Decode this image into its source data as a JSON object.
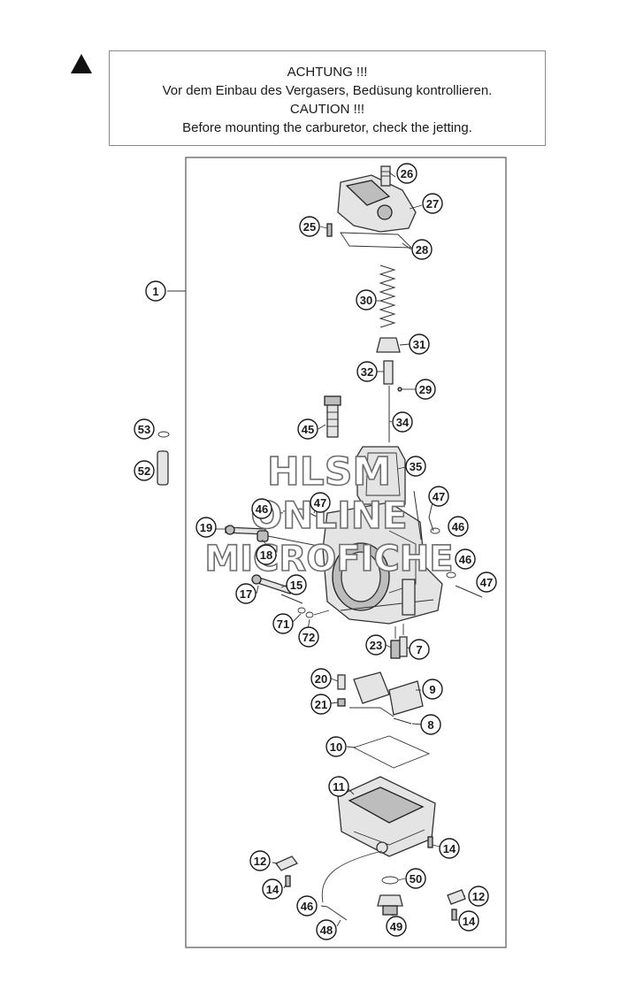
{
  "caution": {
    "lines": [
      "ACHTUNG !!!",
      "Vor dem Einbau des Vergasers, Bedüsung kontrollieren.",
      "CAUTION !!!",
      "Before mounting the carburetor, check the jetting."
    ]
  },
  "watermark": {
    "line1": "HLSM",
    "line2": "ONLINE",
    "line3": "MICROFICHE"
  },
  "callouts": [
    "1",
    "26",
    "27",
    "25",
    "28",
    "30",
    "31",
    "32",
    "29",
    "34",
    "45",
    "53",
    "52",
    "35",
    "47",
    "46",
    "47",
    "46",
    "19",
    "18",
    "46",
    "47",
    "17",
    "15",
    "71",
    "72",
    "23",
    "7",
    "20",
    "9",
    "21",
    "8",
    "10",
    "11",
    "14",
    "12",
    "14",
    "50",
    "12",
    "46",
    "14",
    "48",
    "49"
  ],
  "icons": {
    "warning": "warning-triangle-icon"
  }
}
